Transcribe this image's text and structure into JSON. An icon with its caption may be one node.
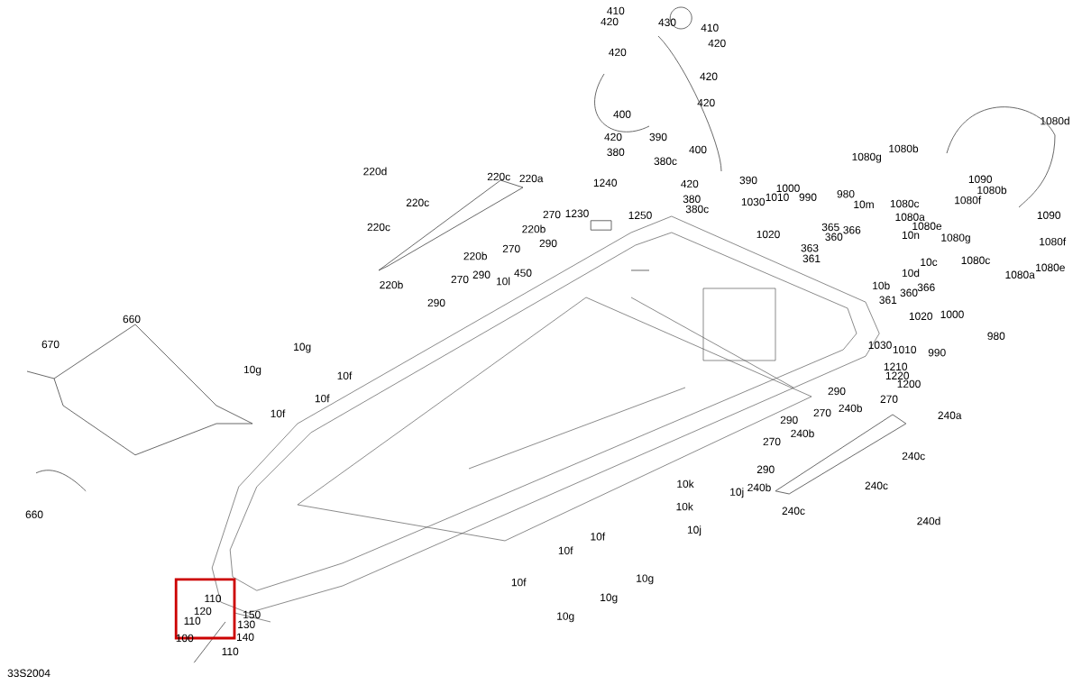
{
  "diagram": {
    "labels": [
      "410",
      "430",
      "420",
      "410",
      "420",
      "420",
      "420",
      "400",
      "420",
      "400",
      "420",
      "390",
      "380",
      "380c",
      "420",
      "390",
      "380",
      "380c",
      "1240",
      "1230",
      "1250",
      "220d",
      "220c",
      "220a",
      "220c",
      "220c",
      "270",
      "220b",
      "290",
      "270",
      "220b",
      "290",
      "450",
      "10l",
      "270",
      "220b",
      "290",
      "1080d",
      "1080b",
      "1080g",
      "1090",
      "1080b",
      "1080c",
      "1080f",
      "1080a",
      "1080e",
      "1080g",
      "1090",
      "1080f",
      "1080c",
      "1080a",
      "1080e",
      "10m",
      "10n",
      "1030",
      "1010",
      "1000",
      "990",
      "980",
      "1020",
      "365",
      "366",
      "360",
      "363",
      "361",
      "10c",
      "10d",
      "10b",
      "366",
      "360",
      "361",
      "1020",
      "1000",
      "1030",
      "1010",
      "990",
      "980",
      "1210",
      "1220",
      "1200",
      "290",
      "270",
      "240b",
      "240a",
      "270",
      "290",
      "240b",
      "270",
      "290",
      "240c",
      "240c",
      "240b",
      "240c",
      "240d",
      "10k",
      "10j",
      "10k",
      "10j",
      "10f",
      "10f",
      "10f",
      "10g",
      "10g",
      "10g",
      "660",
      "670",
      "10g",
      "10g",
      "10f",
      "10f",
      "10f",
      "660",
      "110",
      "120",
      "110",
      "150",
      "130",
      "140",
      "100",
      "110",
      "33S2004"
    ]
  }
}
